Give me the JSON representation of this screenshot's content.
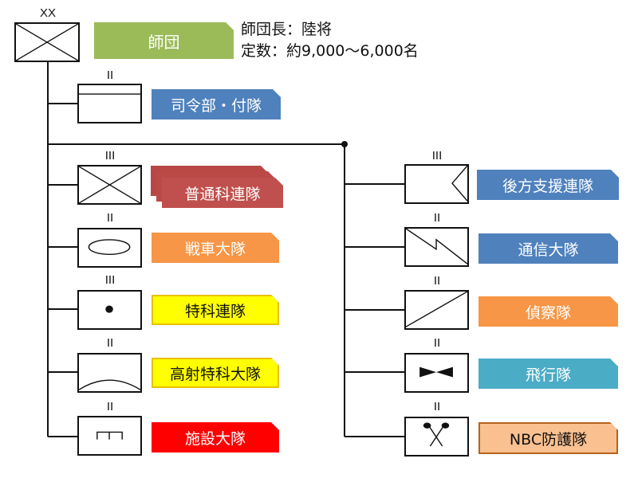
{
  "title_block": {
    "echelon": "XX",
    "label": "師団",
    "label_color": "#9bbb59",
    "info_line1": "師団長：陸将",
    "info_line2": "定数：約9,000〜6,000名"
  },
  "hq": {
    "echelon": "II",
    "label": "司令部・付隊",
    "label_color": "#4f81bd"
  },
  "left_units": [
    {
      "echelon": "III",
      "label": "普通科連隊",
      "label_color": "#c0504d",
      "symbol": "infantry-icon",
      "stacked": true
    },
    {
      "echelon": "II",
      "label": "戦車大隊",
      "label_color": "#f79646",
      "symbol": "armor-icon"
    },
    {
      "echelon": "III",
      "label": "特科連隊",
      "label_color": "#ffff00",
      "symbol": "artillery-icon",
      "dark_text": true
    },
    {
      "echelon": "II",
      "label": "高射特科大隊",
      "label_color": "#ffff00",
      "symbol": "air-defense-artillery-icon",
      "dark_text": true
    },
    {
      "echelon": "II",
      "label": "施設大隊",
      "label_color": "#ff0000",
      "symbol": "engineer-icon"
    }
  ],
  "right_units": [
    {
      "echelon": "III",
      "label": "後方支援連隊",
      "label_color": "#4f81bd",
      "symbol": "logistics-support-icon"
    },
    {
      "echelon": "II",
      "label": "通信大隊",
      "label_color": "#4f81bd",
      "symbol": "signal-icon"
    },
    {
      "echelon": "II",
      "label": "偵察隊",
      "label_color": "#f79646",
      "symbol": "reconnaissance-icon"
    },
    {
      "echelon": "II",
      "label": "飛行隊",
      "label_color": "#4bacc6",
      "symbol": "aviation-icon"
    },
    {
      "echelon": "II",
      "label": "NBC防護隊",
      "label_color": "#fac090",
      "symbol": "nbc-defense-icon",
      "dark_text": true
    }
  ]
}
